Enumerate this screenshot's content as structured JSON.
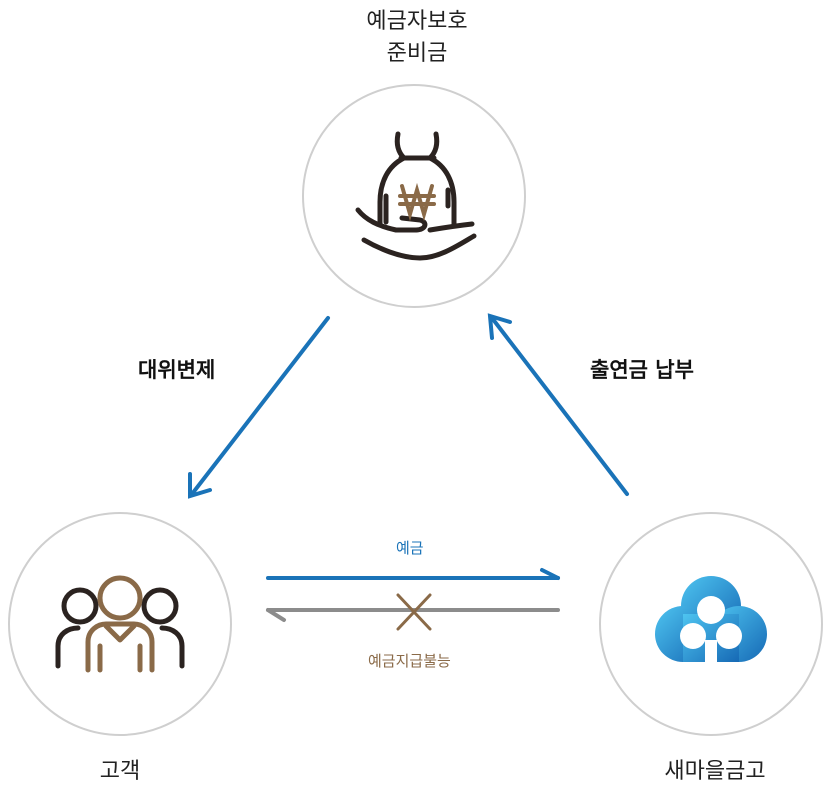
{
  "nodes": {
    "fund": {
      "label_line1": "예금자보호",
      "label_line2": "준비금"
    },
    "customer": {
      "label": "고객"
    },
    "bank": {
      "label": "새마을금고"
    }
  },
  "arrows": {
    "left": {
      "label": "대위변제"
    },
    "right": {
      "label": "출연금 납부"
    },
    "deposit": {
      "label": "예금"
    },
    "no_payment": {
      "label": "예금지급불능"
    }
  },
  "colors": {
    "arrow_blue": "#1a73b8",
    "arrow_gray": "#8c8c8c",
    "brown": "#8a6a48",
    "dark": "#2b2320",
    "circle_border": "#cfcfcf",
    "cloud_light": "#4ec4f0",
    "cloud_dark": "#1669b5"
  },
  "icons": {
    "fund": "money-bag-in-hand-icon",
    "customer": "people-group-icon",
    "bank": "mg-cloud-logo-icon",
    "cross": "x-mark-icon"
  }
}
